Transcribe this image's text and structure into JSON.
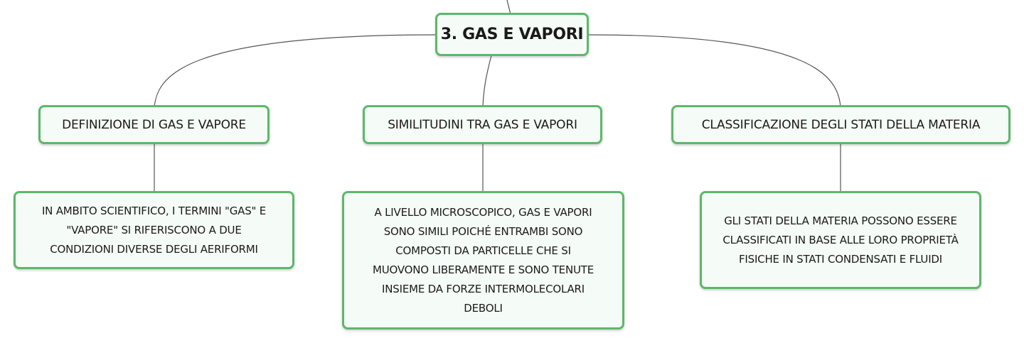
{
  "root": {
    "label": "3. GAS E VAPORI"
  },
  "branches": [
    {
      "title": "DEFINIZIONE DI GAS E VAPORE",
      "detail": [
        "IN AMBITO SCIENTIFICO, I TERMINI \"GAS\" E",
        "\"VAPORE\" SI RIFERISCONO A DUE",
        "CONDIZIONI DIVERSE DEGLI AERIFORMI"
      ]
    },
    {
      "title": "SIMILITUDINI TRA GAS E VAPORI",
      "detail": [
        "A LIVELLO MICROSCOPICO, GAS E VAPORI",
        "SONO SIMILI POICHÉ ENTRAMBI SONO",
        "COMPOSTI DA PARTICELLE CHE SI",
        "MUOVONO LIBERAMENTE E SONO TENUTE",
        "INSIEME DA FORZE INTERMOLECOLARI",
        "DEBOLI"
      ]
    },
    {
      "title": "CLASSIFICAZIONE DEGLI STATI DELLA MATERIA",
      "detail": [
        "GLI STATI DELLA MATERIA POSSONO ESSERE",
        "CLASSIFICATI IN BASE ALLE LORO PROPRIETÀ",
        "FISICHE IN STATI CONDENSATI E FLUIDI"
      ]
    }
  ],
  "colors": {
    "border": "#5cb86a",
    "fill": "#f5fbf6",
    "connector": "#555555"
  }
}
